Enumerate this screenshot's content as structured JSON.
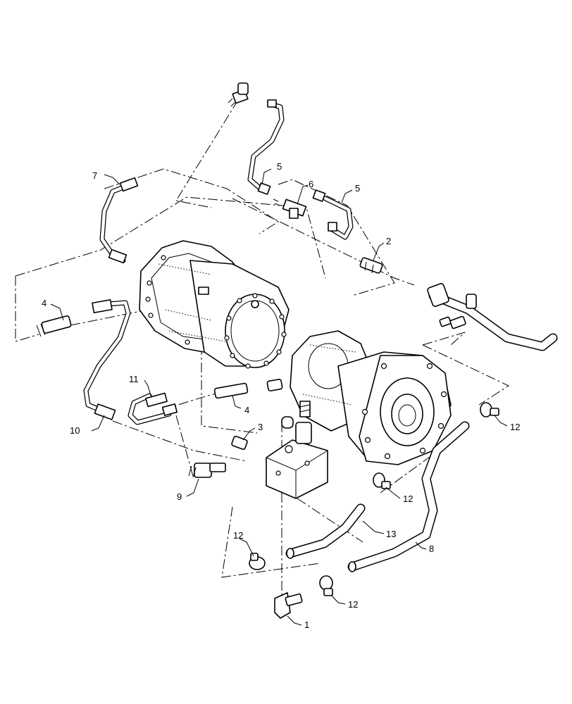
{
  "callouts": {
    "c1": "1",
    "c2": "2",
    "c3": "3",
    "c4a": "4",
    "c4b": "4",
    "c5a": "5",
    "c5b": "5",
    "c6": "6",
    "c7": "7",
    "c8": "8",
    "c9": "9",
    "c10": "10",
    "c11": "11",
    "c12a": "12",
    "c12b": "12",
    "c12c": "12",
    "c12d": "12",
    "c13": "13"
  },
  "colors": {
    "line": "#000000",
    "background": "#ffffff"
  }
}
